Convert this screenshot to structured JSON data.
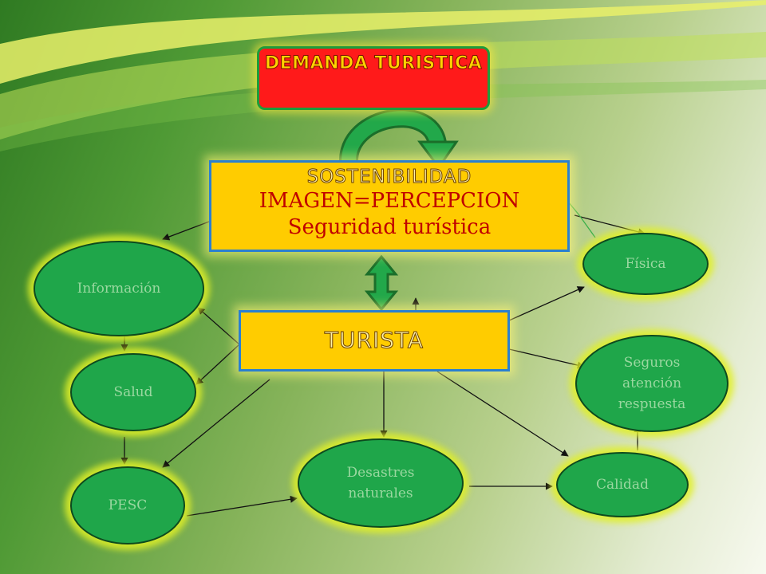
{
  "diagram": {
    "top_box": "DEMANDA TURISTICA",
    "center_box": {
      "line1": "SOSTENIBILIDAD",
      "line2": "IMAGEN=PERCEPCION",
      "line3": "Seguridad turística"
    },
    "hub_box": "TURISTA",
    "nodes": {
      "informacion": "Información",
      "salud": "Salud",
      "pesc": "PESC",
      "desastres": "Desastres naturales",
      "calidad": "Calidad",
      "seguros": "Seguros atención respuesta",
      "fisica": "Física"
    }
  },
  "colors": {
    "top_box_fill": "#ff1a1a",
    "top_box_text": "#ffd400",
    "center_box_fill": "#ffcc00",
    "center_box_text_red": "#c00000",
    "node_fill": "#1fa64a",
    "node_glow": "#e1f028",
    "connector_arrow_fill": "#20a848"
  }
}
